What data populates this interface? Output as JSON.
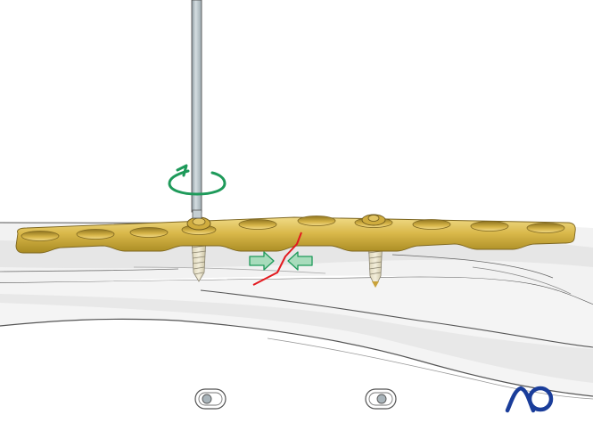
{
  "figure": {
    "title": "Compression plating of a fracture: screwdriver inserting eccentric screw",
    "colors": {
      "background": "#ffffff",
      "bone_fill": "#f2f2f2",
      "bone_shadow": "#e4e4e4",
      "bone_outline": "#555555",
      "plate_gold": "#d9b84a",
      "plate_dark": "#a88a22",
      "plate_highlight": "#efd983",
      "screw_fill": "#ece6cf",
      "screw_outline": "#8a8470",
      "fracture_line": "#e3191e",
      "arrow_green": "#1e9a5a",
      "arrow_fill": "#a8dcbc",
      "screwdriver_shaft": "#b9c6cc",
      "screwdriver_outline": "#555555",
      "logo_blue": "#1a3d9a",
      "drill_hole_fill": "#a9b4ba"
    },
    "elements": {
      "screwdriver": {
        "label": "screwdriver",
        "rotation": "clockwise"
      },
      "plate": {
        "label": "compression plate",
        "holes": 10
      },
      "screws": [
        {
          "label": "screw-1",
          "position": "left of fracture"
        },
        {
          "label": "screw-2",
          "position": "right of fracture"
        }
      ],
      "fracture": {
        "label": "fracture line"
      },
      "compression_arrows": {
        "label": "compression arrows",
        "count": 2
      },
      "drill_hole_views": {
        "label": "oval hole top views",
        "count": 2
      }
    },
    "logo": {
      "text": "AO"
    }
  }
}
